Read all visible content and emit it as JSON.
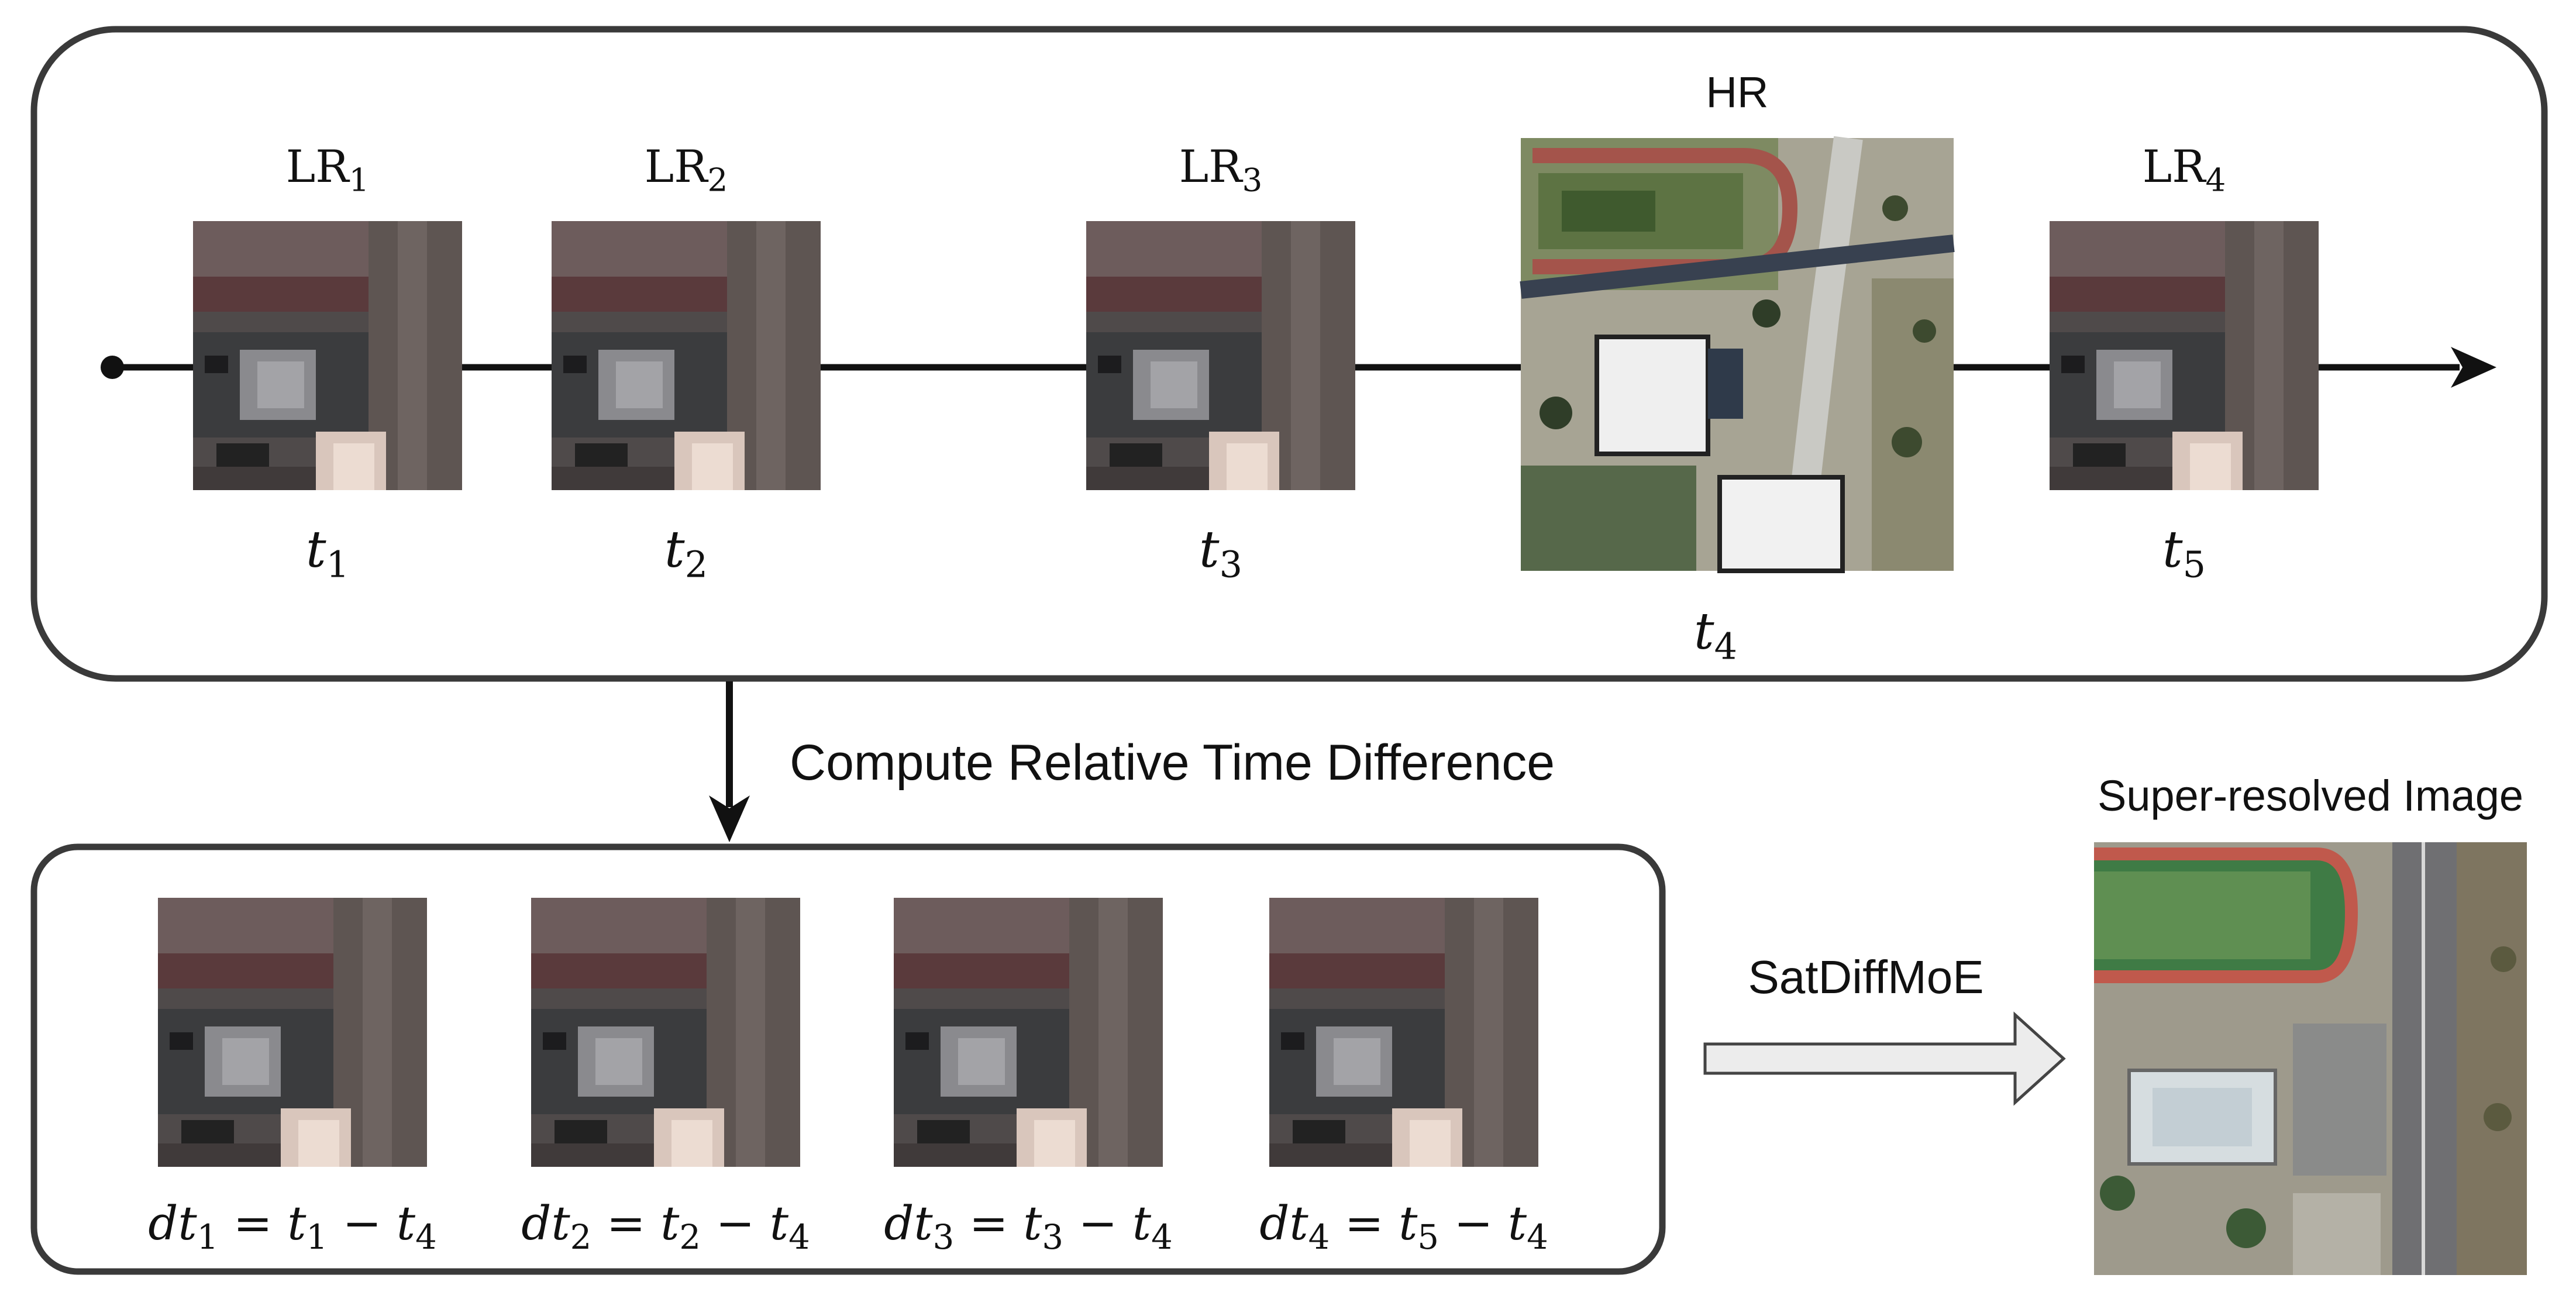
{
  "top_panel": {
    "frames": [
      {
        "label_base": "LR",
        "label_sub": "1",
        "time_base": "t",
        "time_sub": "1"
      },
      {
        "label_base": "LR",
        "label_sub": "2",
        "time_base": "t",
        "time_sub": "2"
      },
      {
        "label_base": "LR",
        "label_sub": "3",
        "time_base": "t",
        "time_sub": "3"
      },
      {
        "label_base": "LR",
        "label_sub": "4",
        "time_base": "t",
        "time_sub": "5"
      }
    ],
    "hr": {
      "label": "HR",
      "time_base": "t",
      "time_sub": "4"
    }
  },
  "step_label": "Compute Relative Time Difference",
  "bottom_panel": {
    "equations": [
      {
        "lhs": "dt",
        "lhs_sub": "1",
        "a": "t",
        "a_sub": "1",
        "b": "t",
        "b_sub": "4"
      },
      {
        "lhs": "dt",
        "lhs_sub": "2",
        "a": "t",
        "a_sub": "2",
        "b": "t",
        "b_sub": "4"
      },
      {
        "lhs": "dt",
        "lhs_sub": "3",
        "a": "t",
        "a_sub": "3",
        "b": "t",
        "b_sub": "4"
      },
      {
        "lhs": "dt",
        "lhs_sub": "4",
        "a": "t",
        "a_sub": "5",
        "b": "t",
        "b_sub": "4"
      }
    ],
    "operators": {
      "equals": "=",
      "minus": "−"
    }
  },
  "model_label": "SatDiffMoE",
  "output_label": "Super-resolved Image",
  "colors": {
    "panel_border": "#3a3a3a",
    "arrow": "#111111",
    "block_arrow_fill": "#ececec",
    "block_arrow_stroke": "#444444"
  }
}
